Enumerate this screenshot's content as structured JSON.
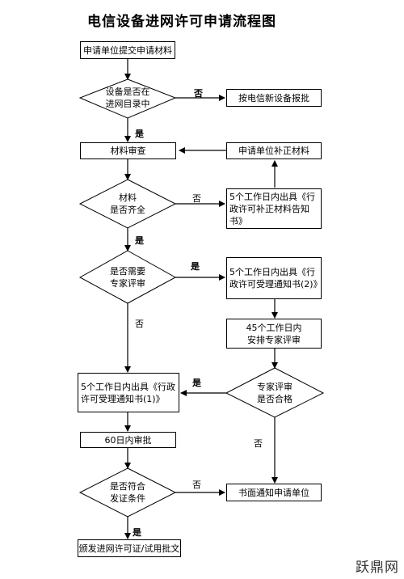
{
  "title": "电信设备进网许可申请流程图",
  "nodes": {
    "submit": "申请单位提交申请材料",
    "in_catalog": "设备是否在\n进网目录中",
    "new_device": "按电信新设备报批",
    "review_materials": "材料审查",
    "supplement": "申请单位补正材料",
    "complete": "材料\n是否齐全",
    "supplement_notice": "5个工作日内出具《行政许可补正材料告知书》",
    "need_expert": "是否需要\n专家评审",
    "accept_notice_2": "5个工作日内出具《行政许可受理通知书(2)》",
    "expert_arrange": "45个工作日内\n安排专家评审",
    "accept_notice_1": "5个工作日内出具《行政许可受理通知书(1)》",
    "expert_pass": "专家评审\n是否合格",
    "approve_60": "60日内审批",
    "meet_conditions": "是否符合\n发证条件",
    "written_notice": "书面通知申请单位",
    "issue": "颁发进网许可证/试用批文"
  },
  "labels": {
    "yes": "是",
    "no": "否"
  },
  "watermark": "跃鼎网"
}
